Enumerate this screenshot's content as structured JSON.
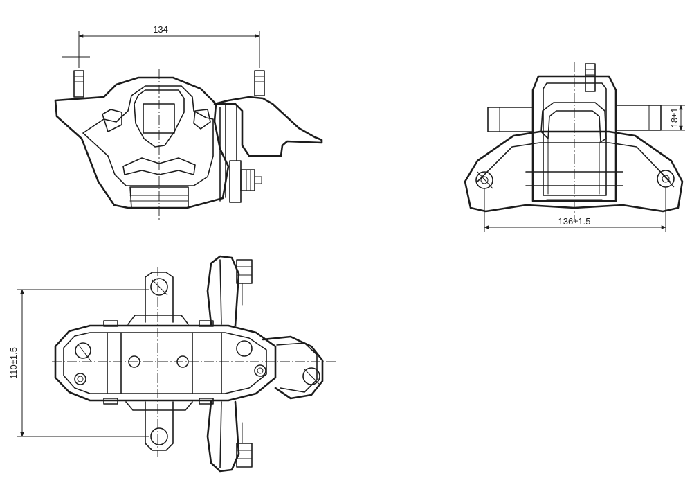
{
  "dimensions": {
    "top_width": "134",
    "side_height": "18±1",
    "right_width": "136±1.5",
    "bottom_height": "110±1.5"
  },
  "colors": {
    "line": "#1c1c1c",
    "background": "#ffffff"
  }
}
